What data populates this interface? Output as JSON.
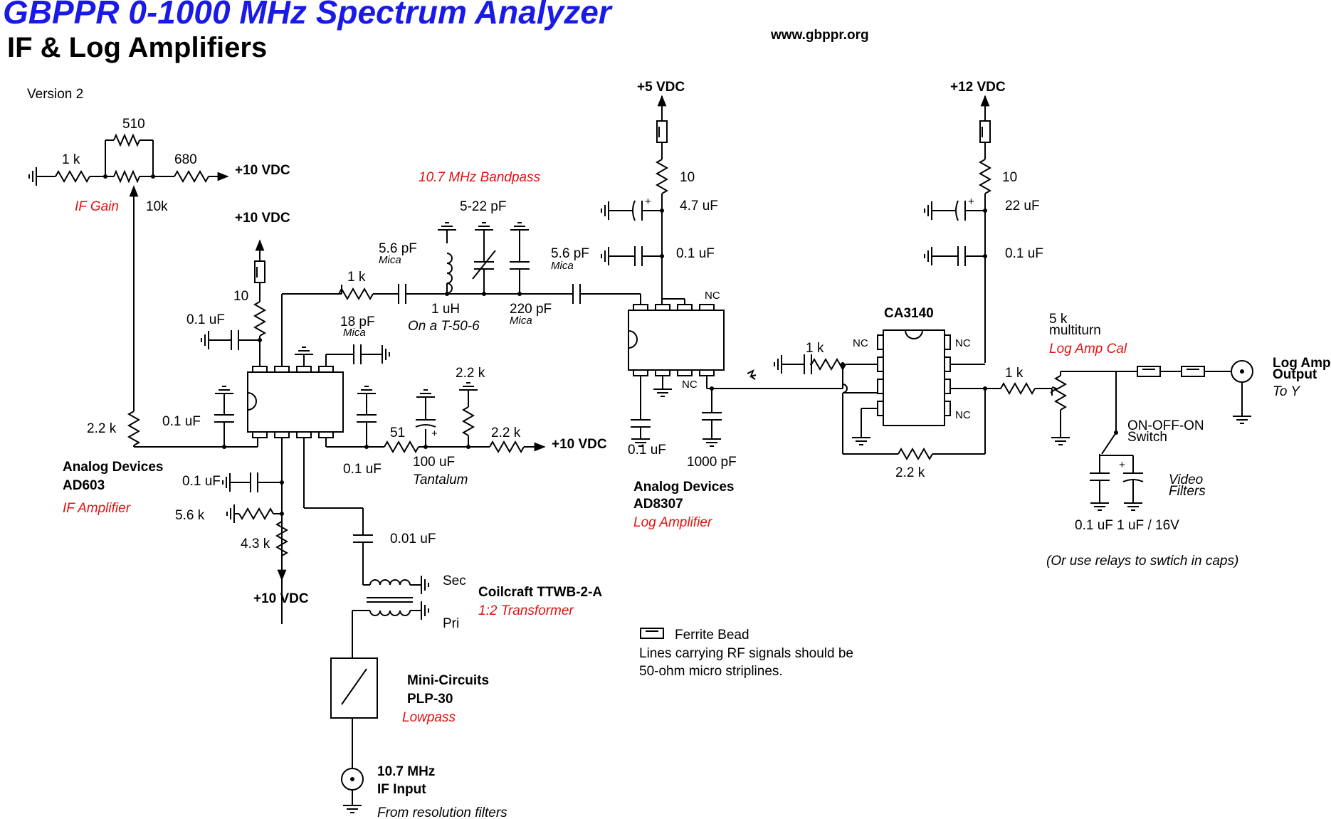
{
  "header": {
    "title": "GBPPR 0-1000 MHz Spectrum Analyzer",
    "subtitle": "IF & Log Amplifiers",
    "website": "www.gbppr.org",
    "version": "Version 2"
  },
  "gain_section": {
    "r_1k": "1 k",
    "r_510": "510",
    "r_680": "680",
    "supply": "+10 VDC",
    "pot_label": "IF Gain",
    "pot_value": "10k"
  },
  "bandpass": {
    "title": "10.7 MHz Bandpass",
    "trimmer": "5-22 pF",
    "c_in": "5.6 pF",
    "c_in_type": "Mica",
    "c_out": "5.6 pF",
    "c_out_type": "Mica",
    "r_in": "1 k",
    "inductor": "1 uH",
    "inductor_core": "On a T-50-6",
    "c_shunt": "220 pF",
    "c_shunt_type": "Mica"
  },
  "ad603": {
    "supply_top": "+10 VDC",
    "r_top": "10",
    "c_bypass": "0.1 uF",
    "c_feedback": "18 pF",
    "c_feedback_type": "Mica",
    "r_gain": "2.2 k",
    "c_left": "0.1 uF",
    "maker": "Analog Devices",
    "part": "AD603",
    "function": "IF Amplifier",
    "c_right": "0.1 uF",
    "r_51": "51",
    "c_tant": "100 uF",
    "c_tant_type": "Tantalum",
    "r_bias1": "2.2 k",
    "r_bias2": "2.2 k",
    "supply_right": "+10 VDC",
    "c_pin": "0.1 uF",
    "r_56": "5.6 k",
    "r_43": "4.3 k",
    "supply_bottom": "+10 VDC",
    "c_coupling": "0.01 uF"
  },
  "transformer": {
    "sec": "Sec",
    "pri": "Pri",
    "maker": "Coilcraft TTWB-2-A",
    "ratio": "1:2 Transformer"
  },
  "lowpass": {
    "maker": "Mini-Circuits",
    "part": "PLP-30",
    "function": "Lowpass"
  },
  "input": {
    "label1": "10.7 MHz",
    "label2": "IF Input",
    "source": "From resolution filters"
  },
  "ad8307": {
    "supply": "+5 VDC",
    "r_top": "10",
    "c_elec": "4.7 uF",
    "c_bypass": "0.1 uF",
    "nc": "NC",
    "c_out_bypass": "0.1 uF",
    "c_1000": "1000 pF",
    "maker": "Analog Devices",
    "part": "AD8307",
    "function": "Log Amplifier"
  },
  "ca3140": {
    "supply": "+12 VDC",
    "r_top": "10",
    "c_elec": "22 uF",
    "c_bypass": "0.1 uF",
    "part": "CA3140",
    "nc": "NC",
    "r_in": "1 k",
    "r_fb": "2.2 k",
    "r_out": "1 k"
  },
  "output": {
    "pot_value": "5 k",
    "pot_type": "multiturn",
    "pot_label": "Log Amp Cal",
    "label1": "Log Amp",
    "label2": "Output",
    "dest": "To Y",
    "switch1": "ON-OFF-ON",
    "switch2": "Switch",
    "filters1": "Video",
    "filters2": "Filters",
    "c_values": "0.1 uF 1 uF / 16V",
    "note": "(Or use relays to swtich in caps)"
  },
  "legend": {
    "bead": "Ferrite Bead",
    "note1": "Lines carrying RF signals should be",
    "note2": "50-ohm micro striplines."
  }
}
